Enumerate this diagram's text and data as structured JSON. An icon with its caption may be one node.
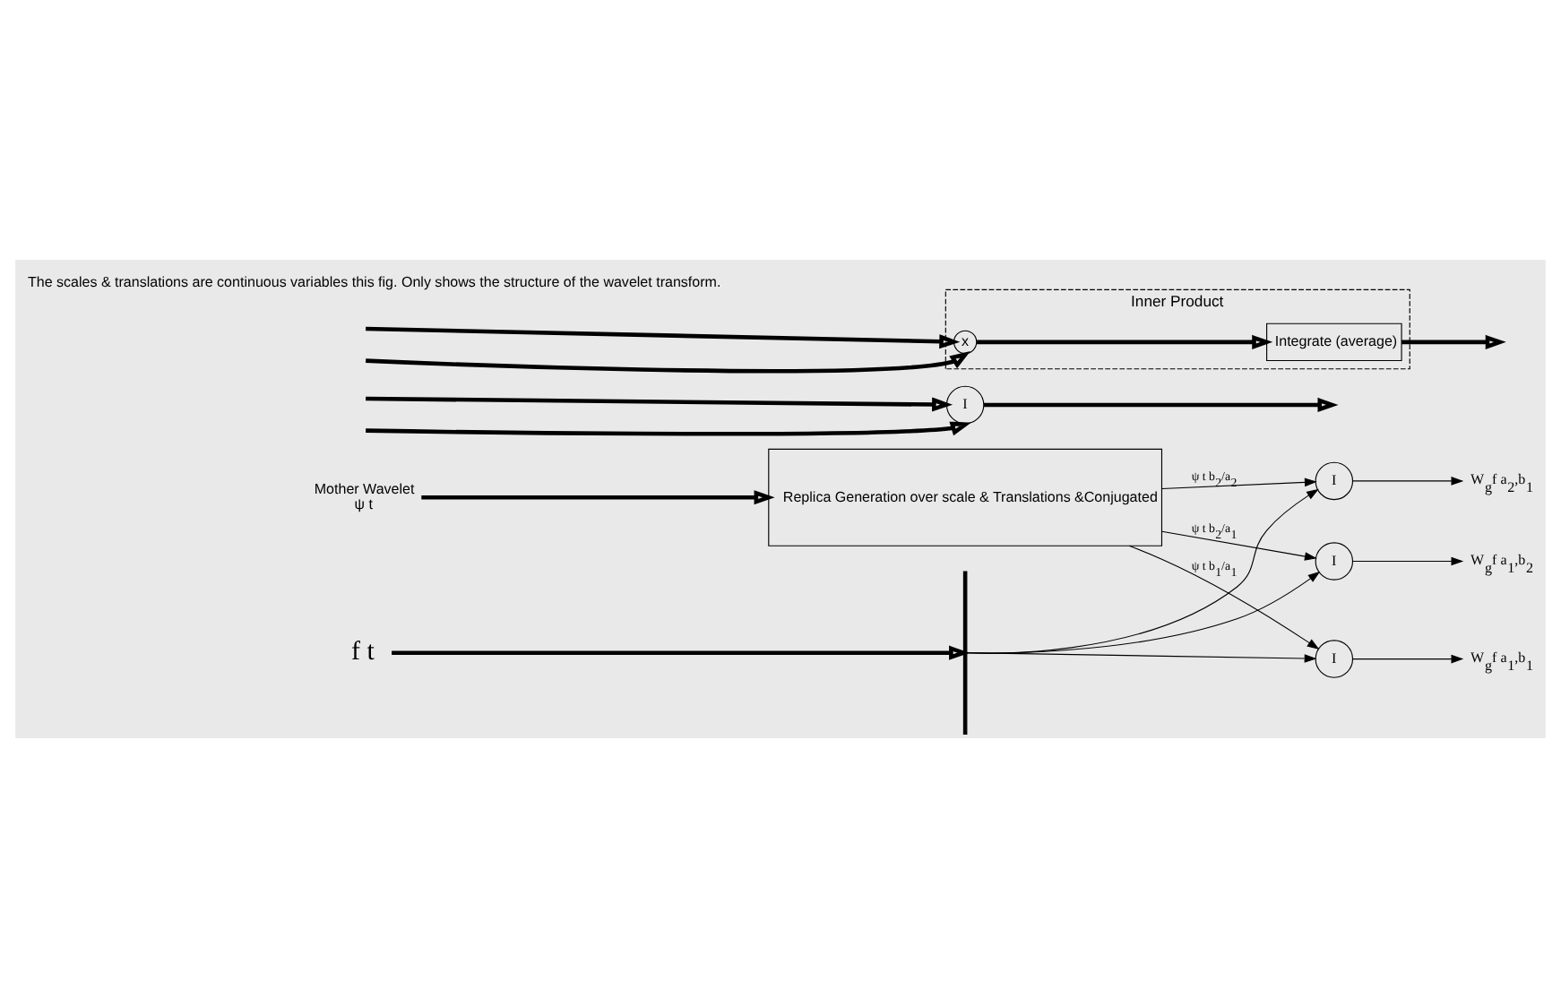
{
  "diagram": {
    "nodes": [
      {
        "text": [
          "f t"
        ]
      },
      {
        "text": [],
        "shape": "bar"
      },
      {
        "text": [
          "I"
        ]
      },
      {
        "text": [
          "I"
        ]
      },
      {
        "text": [
          "I"
        ]
      },
      {
        "text": [
          "W$_{g}$f a$_{2}$,b$_{1}$"
        ]
      },
      {
        "text": [
          "W$_{g}$f a$_{1}$,b$_{2}$"
        ]
      },
      {
        "text": [
          "W$_{g}$f a$_{1}$,b$_{1}$"
        ]
      },
      {
        "text": [
          "Mother Wavelet",
          "ψ t"
        ]
      },
      {
        "text": [
          "Replica Generation over scale & Translations &Conjugated"
        ]
      },
      {
        "text": [
          "I"
        ]
      },
      {
        "text": [
          "Inner Product"
        ]
      },
      {
        "text": [
          "x"
        ],
        "in": 11
      },
      {
        "text": [
          "Integrate (average)"
        ],
        "in": 11
      }
    ],
    "edges": [
      {
        "from": 0,
        "to": 1,
        "arrow": "to",
        "style": "thick"
      },
      {
        "from": 1,
        "to": 2,
        "arrow": "to"
      },
      {
        "from": 1,
        "to": 3,
        "arrow": "to"
      },
      {
        "from": 1,
        "to": 4,
        "arrow": "to"
      },
      {
        "from": 2,
        "to": 5,
        "arrow": "to"
      },
      {
        "from": 3,
        "to": 6,
        "arrow": "to"
      },
      {
        "from": 4,
        "to": 7,
        "arrow": "to"
      },
      {
        "from": 8,
        "to": 9,
        "arrow": "to",
        "style": "thick"
      },
      {
        "from": 9,
        "to": 2,
        "arrow": "to",
        "label": "ψ t b$_{2}$/a$_{2}$"
      },
      {
        "from": 9,
        "to": 3,
        "arrow": "to",
        "label": "ψ t b$_{2}$/a$_{1}$"
      },
      {
        "from": 9,
        "to": 4,
        "arrow": "to",
        "label": "ψ t b$_{1}$/a$_{1}$"
      },
      {
        "from": null,
        "to": 10,
        "arrow": "to",
        "style": "thick"
      },
      {
        "from": null,
        "to": 10,
        "arrow": "to",
        "style": "thick"
      },
      {
        "from": 10,
        "to": null,
        "arrow": "to",
        "style": "thick"
      },
      {
        "from": null,
        "to": 12,
        "arrow": "to",
        "style": "thick"
      },
      {
        "from": null,
        "to": 12,
        "arrow": "to",
        "style": "thick"
      },
      {
        "from": 12,
        "to": 13,
        "arrow": "to",
        "style": "thick"
      },
      {
        "from": 13,
        "to": null,
        "arrow": "to",
        "style": "thick"
      }
    ],
    "labels": [
      "The scales & translations are continuous variables this fig. Only shows the structure of the wavelet transform."
    ]
  }
}
